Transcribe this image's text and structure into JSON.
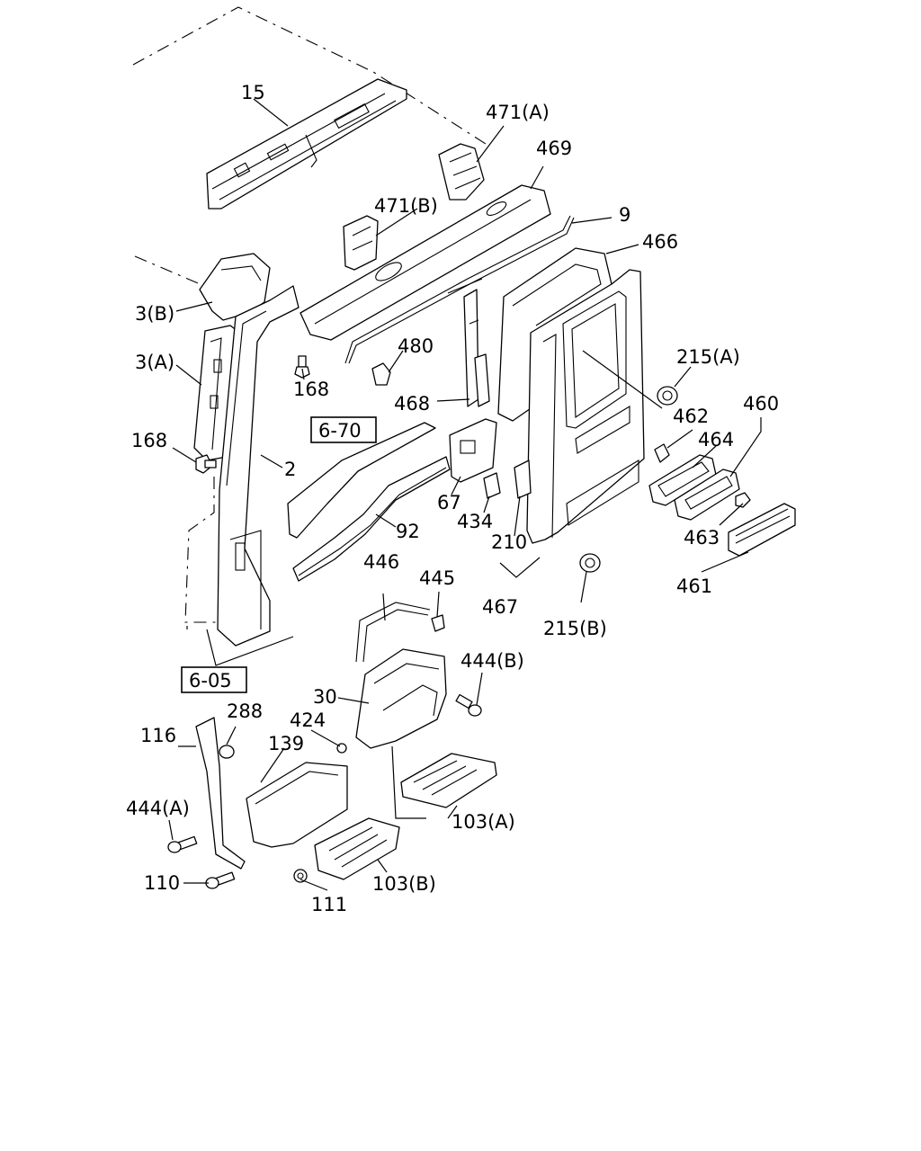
{
  "diagram": {
    "part_labels": {
      "p15": "15",
      "p471a": "471(A)",
      "p469": "469",
      "p471b": "471(B)",
      "p9": "9",
      "p466": "466",
      "p3b": "3(B)",
      "p480": "480",
      "p3a": "3(A)",
      "p168a": "168",
      "p215a": "215(A)",
      "p468": "468",
      "p460": "460",
      "p462": "462",
      "p464": "464",
      "p168b": "168",
      "p2": "2",
      "p67": "67",
      "p434": "434",
      "p92": "92",
      "p210": "210",
      "p463": "463",
      "p446": "446",
      "p445": "445",
      "p461": "461",
      "p467": "467",
      "p215b": "215(B)",
      "p444b": "444(B)",
      "p30": "30",
      "p288": "288",
      "p424": "424",
      "p116": "116",
      "p139": "139",
      "p103a": "103(A)",
      "p444a": "444(A)",
      "p110": "110",
      "p103b": "103(B)",
      "p111": "111"
    },
    "references": {
      "ref670": "6-70",
      "ref605": "6-05"
    }
  }
}
